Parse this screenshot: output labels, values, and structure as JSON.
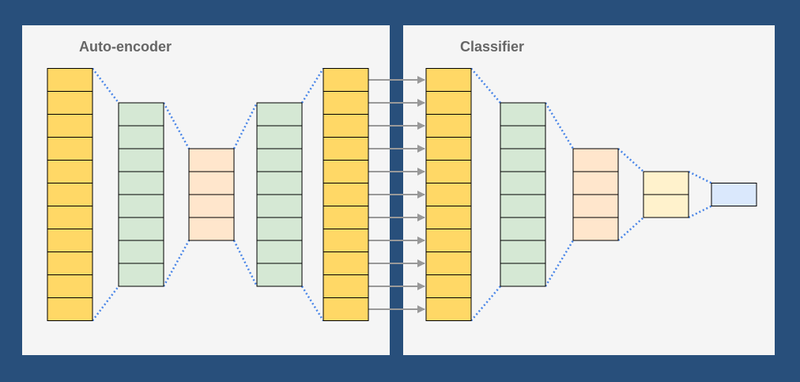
{
  "panels": {
    "autoencoder": {
      "title": "Auto-encoder"
    },
    "classifier": {
      "title": "Classifier"
    }
  },
  "colors": {
    "frame": "#284f7b",
    "panel": "#f5f5f5",
    "yellow": "#ffd866",
    "green": "#d5e8d4",
    "peach": "#ffe6cc",
    "cream": "#fff2cc",
    "blue": "#dae8fc",
    "connector": "#4a86e8",
    "arrow": "#999999",
    "title": "#666666"
  },
  "layers": {
    "autoencoder": [
      {
        "name": "ae-input-layer",
        "units": 11,
        "color": "yellow"
      },
      {
        "name": "ae-encoder-layer",
        "units": 8,
        "color": "green"
      },
      {
        "name": "ae-bottleneck-layer",
        "units": 4,
        "color": "peach"
      },
      {
        "name": "ae-decoder-layer",
        "units": 8,
        "color": "green"
      },
      {
        "name": "ae-output-layer",
        "units": 11,
        "color": "yellow"
      }
    ],
    "classifier": [
      {
        "name": "clf-input-layer",
        "units": 11,
        "color": "yellow"
      },
      {
        "name": "clf-hidden-layer-1",
        "units": 8,
        "color": "green"
      },
      {
        "name": "clf-hidden-layer-2",
        "units": 4,
        "color": "peach"
      },
      {
        "name": "clf-hidden-layer-3",
        "units": 2,
        "color": "cream"
      },
      {
        "name": "clf-output-layer",
        "units": 1,
        "color": "blue"
      }
    ]
  }
}
